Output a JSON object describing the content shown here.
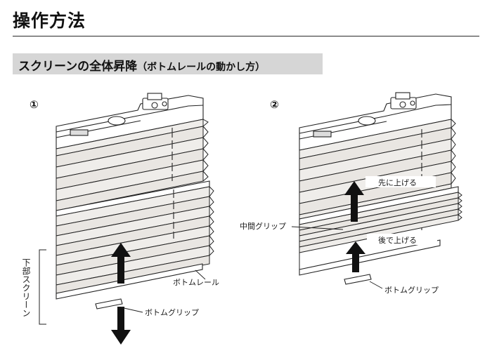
{
  "page": {
    "title": "操作方法",
    "section_title": "スクリーンの全体昇降",
    "section_subtitle": "（ボトムレールの動かし方）"
  },
  "panel1": {
    "step": "①",
    "bottom_screen_label": "下部スクリーン",
    "bottom_rail_label": "ボトムレール",
    "bottom_grip_label": "ボトムグリップ"
  },
  "panel2": {
    "step": "②",
    "middle_grip_label": "中間グリップ",
    "raise_first_label": "先に上げる",
    "raise_after_label": "後で上げる",
    "bottom_grip_label": "ボトムグリップ"
  },
  "colors": {
    "line": "#222222",
    "fabric": "#efedea",
    "fabric_dark": "#e2dfdb",
    "section_bg": "#d6d6d6",
    "arrow": "#111111"
  }
}
